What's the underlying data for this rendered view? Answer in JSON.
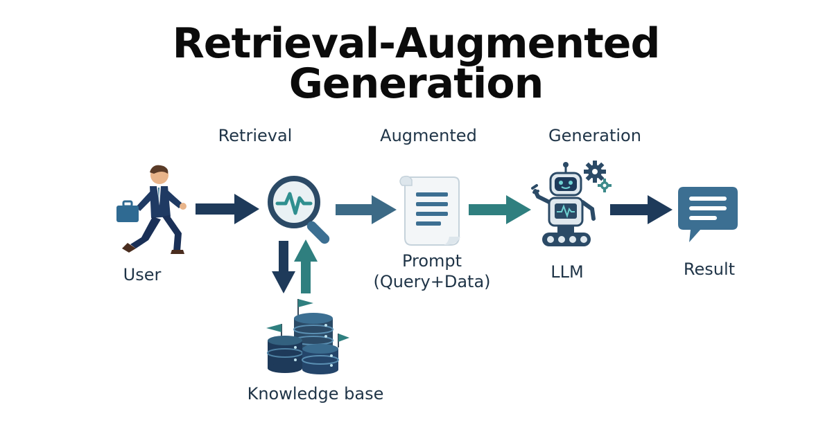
{
  "title_line1": "Retrieval-Augmented",
  "title_line2": "Generation",
  "stages": {
    "retrieval": "Retrieval",
    "augmented": "Augmented",
    "generation": "Generation"
  },
  "labels": {
    "user": "User",
    "knowledge_base": "Knowledge base",
    "prompt_line1": "Prompt",
    "prompt_line2": "(Query+Data)",
    "llm": "LLM",
    "result": "Result"
  },
  "colors": {
    "navy": "#1e3a5a",
    "teal": "#2f7f7f",
    "slate": "#3c6a86",
    "text": "#1f3447"
  },
  "icons": [
    "businessman-icon",
    "magnifier-icon",
    "document-icon",
    "robot-icon",
    "gear-icon",
    "chat-bubble-icon",
    "database-icon"
  ]
}
